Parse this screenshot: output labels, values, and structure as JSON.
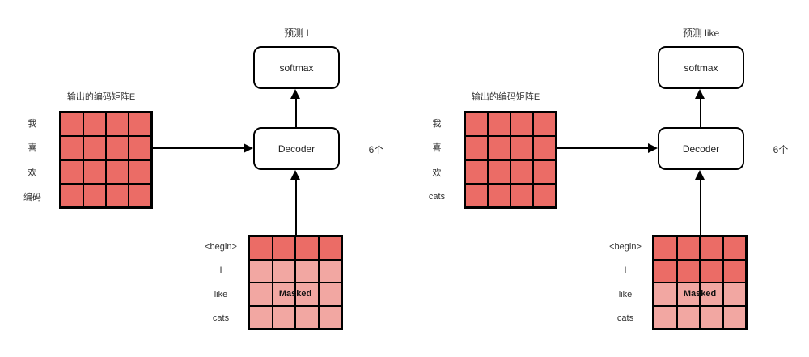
{
  "colors": {
    "cell_dark": "#EB6C66",
    "cell_light": "#F2A7A2",
    "line": "#000000",
    "background": "#FFFFFF"
  },
  "diagrams": [
    {
      "title": "预测 I",
      "softmax_label": "softmax",
      "decoder_label": "Decoder",
      "layer_count_label": "6个",
      "encoder_matrix": {
        "label": "输出的编码矩阵E",
        "rows": 4,
        "cols": 4,
        "row_labels": [
          "我",
          "喜",
          "欢",
          "编码"
        ],
        "row_shades": [
          "dark",
          "dark",
          "dark",
          "dark"
        ]
      },
      "decoder_input_matrix": {
        "rows": 4,
        "cols": 4,
        "row_labels": [
          "<begin>",
          "I",
          "like",
          "cats"
        ],
        "row_shades": [
          "dark",
          "light",
          "light",
          "light"
        ],
        "mask_label": "Masked"
      }
    },
    {
      "title": "预测 like",
      "softmax_label": "softmax",
      "decoder_label": "Decoder",
      "layer_count_label": "6个",
      "encoder_matrix": {
        "label": "输出的编码矩阵E",
        "rows": 4,
        "cols": 4,
        "row_labels": [
          "我",
          "喜",
          "欢",
          "cats"
        ],
        "row_shades": [
          "dark",
          "dark",
          "dark",
          "dark"
        ]
      },
      "decoder_input_matrix": {
        "rows": 4,
        "cols": 4,
        "row_labels": [
          "<begin>",
          "I",
          "like",
          "cats"
        ],
        "row_shades": [
          "dark",
          "dark",
          "light",
          "light"
        ],
        "mask_label": "Masked"
      }
    }
  ]
}
